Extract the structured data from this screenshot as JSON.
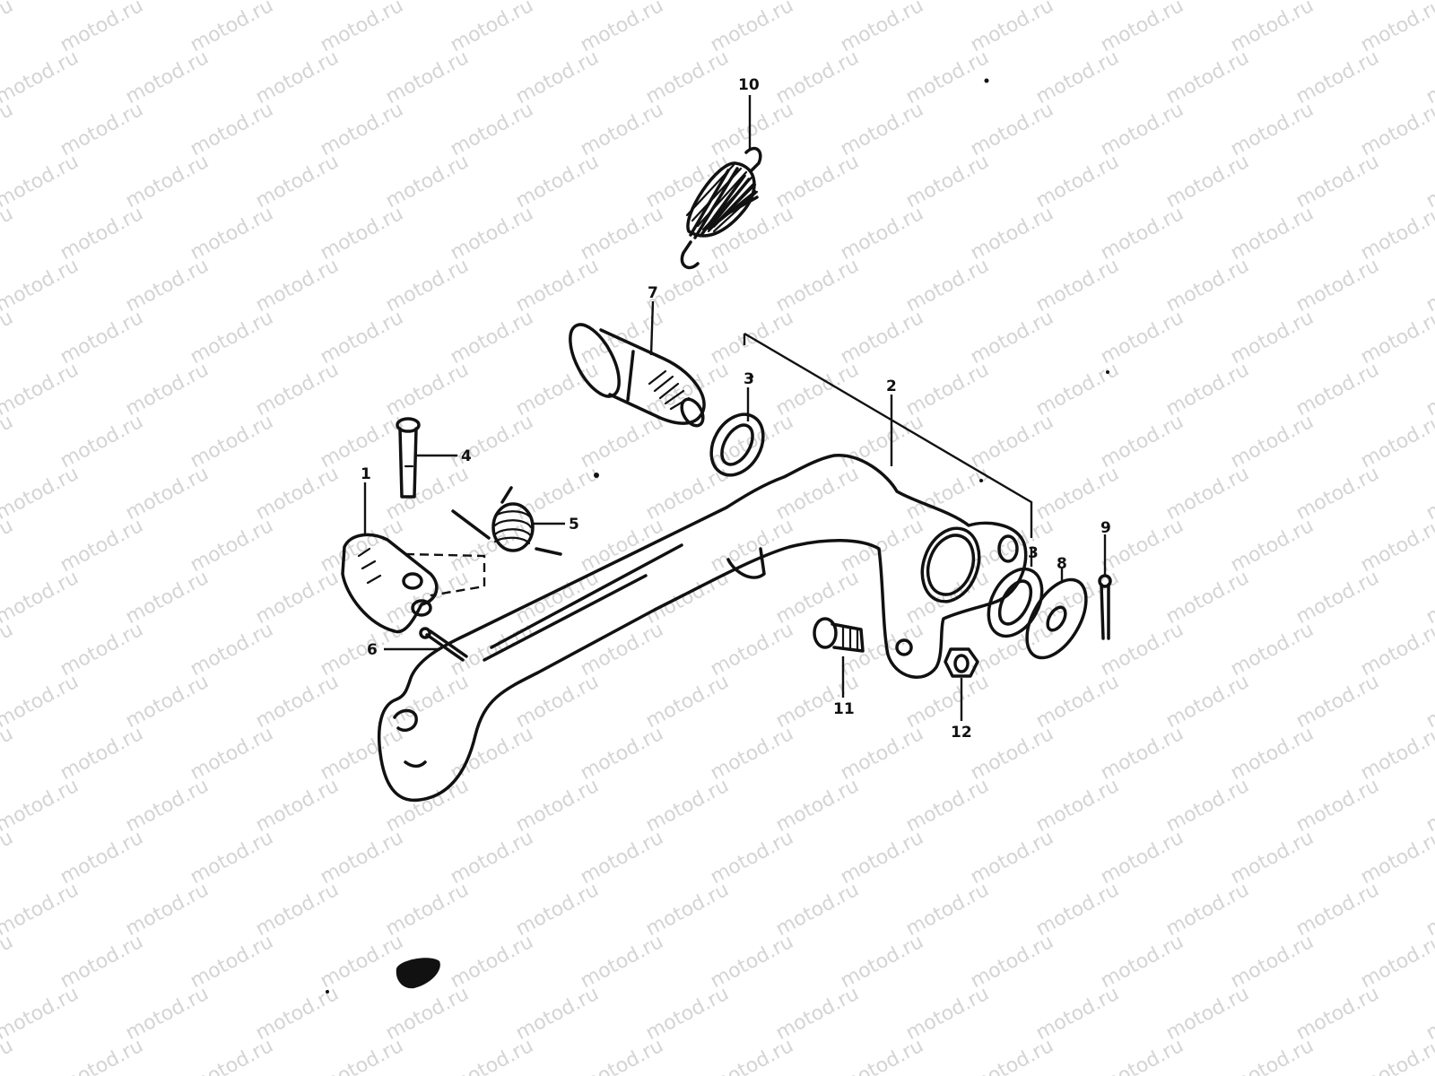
{
  "watermark": {
    "text": "motod.ru"
  },
  "callouts": [
    {
      "id": "c10",
      "label": "10"
    },
    {
      "id": "c7",
      "label": "7"
    },
    {
      "id": "c3a",
      "label": "3"
    },
    {
      "id": "c2",
      "label": "2"
    },
    {
      "id": "c4",
      "label": "4"
    },
    {
      "id": "c1",
      "label": "1"
    },
    {
      "id": "c5",
      "label": "5"
    },
    {
      "id": "c6",
      "label": "6"
    },
    {
      "id": "c3b",
      "label": "3"
    },
    {
      "id": "c8",
      "label": "8"
    },
    {
      "id": "c9",
      "label": "9"
    },
    {
      "id": "c11",
      "label": "11"
    },
    {
      "id": "c12",
      "label": "12"
    }
  ],
  "colors": {
    "ink": "#111111",
    "watermark": "#d4d4d4",
    "background": "#ffffff"
  }
}
